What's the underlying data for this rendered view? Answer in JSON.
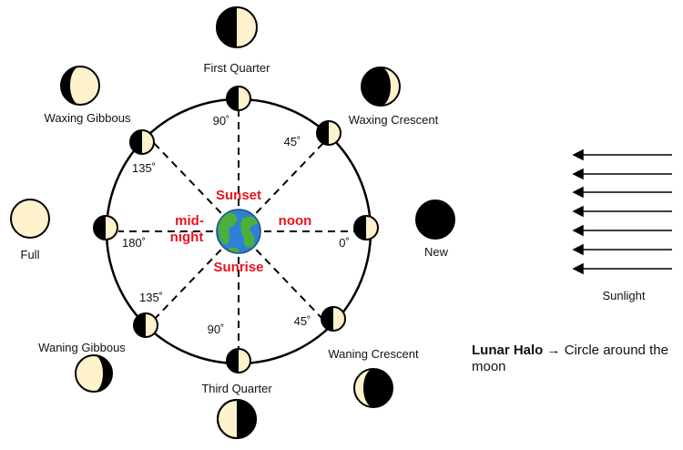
{
  "phases": {
    "first_quarter": "First Quarter",
    "waxing_crescent": "Waxing Crescent",
    "waxing_gibbous": "Waxing Gibbous",
    "full": "Full",
    "new": "New",
    "waning_gibbous": "Waning Gibbous",
    "waning_crescent": "Waning Crescent",
    "third_quarter": "Third Quarter"
  },
  "angles": {
    "a0": "0˚",
    "a45_top": "45˚",
    "a90_top": "90˚",
    "a135_top": "135˚",
    "a180": "180˚",
    "a135_bottom": "135˚",
    "a90_bottom": "90˚",
    "a45_bottom": "45˚"
  },
  "earth_times": {
    "sunset": "Sunset",
    "sunrise": "Sunrise",
    "noon": "noon",
    "midnight_line1": "mid-",
    "midnight_line2": "night"
  },
  "sunlight": {
    "label": "Sunlight"
  },
  "note": {
    "title": "Lunar Halo",
    "arrow": "→",
    "text": "Circle around the moon"
  },
  "colors": {
    "moon_light": "#fdf2cc",
    "moon_dark": "#000000",
    "accent_red": "#e8141b",
    "earth_ocean": "#2f7fd6",
    "earth_land": "#4caf3a"
  }
}
